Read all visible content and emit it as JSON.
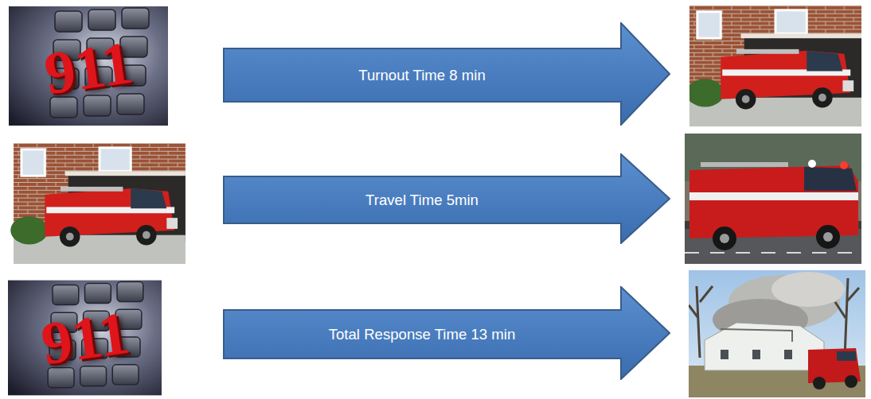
{
  "diagram": {
    "nodes": [
      {
        "text": [
          "Turnout Time 8 min"
        ]
      },
      {
        "text": [
          "Travel Time 5min"
        ]
      },
      {
        "text": [
          "Total Response Time 13 min"
        ]
      }
    ],
    "labels": [
      "911",
      "911"
    ]
  }
}
